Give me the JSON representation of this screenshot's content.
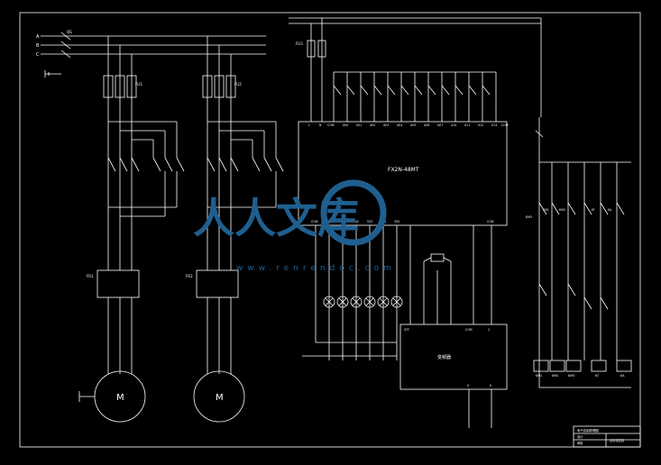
{
  "plc": {
    "model": "FX2N-48MT",
    "inputs": [
      "L",
      "N",
      "COM",
      "X00",
      "X01",
      "X02",
      "X03",
      "X04",
      "X05",
      "X06",
      "X07",
      "X10",
      "X11",
      "X12",
      "X13",
      "X14",
      "COM"
    ],
    "outputs": [
      "COM",
      "Y00",
      "Y01",
      "Y02",
      "Y03",
      "Y04",
      "Y05",
      "Y06",
      "COM"
    ],
    "fuse": "FU3"
  },
  "power": {
    "phases": [
      "A",
      "B",
      "C"
    ],
    "switch": "QS",
    "fuses": [
      "FU1",
      "FU2"
    ],
    "thermal_relays": [
      "FR1",
      "FR2"
    ]
  },
  "motors": [
    {
      "label": "M"
    },
    {
      "label": "M"
    }
  ],
  "inverter": {
    "label": "变频器",
    "terminals_top": [
      "STF",
      "COM",
      "2",
      "5"
    ],
    "terminals_bottom": [
      "U",
      "V"
    ]
  },
  "relay_column": {
    "labels": [
      "KM1",
      "KM2",
      "KM3",
      "KT",
      "KA"
    ],
    "contact_labels": [
      "KM3",
      "KM1",
      "KM2",
      "KT",
      "KA"
    ]
  },
  "title_block": {
    "line1": "电气控制原理图",
    "line2": "设计",
    "line3": "审核",
    "line4": "自动化控制"
  },
  "watermark": {
    "text": "人人文库",
    "url": "www.renrendoc.com"
  },
  "colors": {
    "background": "#000000",
    "lines": "#ffffff",
    "watermark": "#1f5f8f",
    "accent": "#ff3030"
  }
}
